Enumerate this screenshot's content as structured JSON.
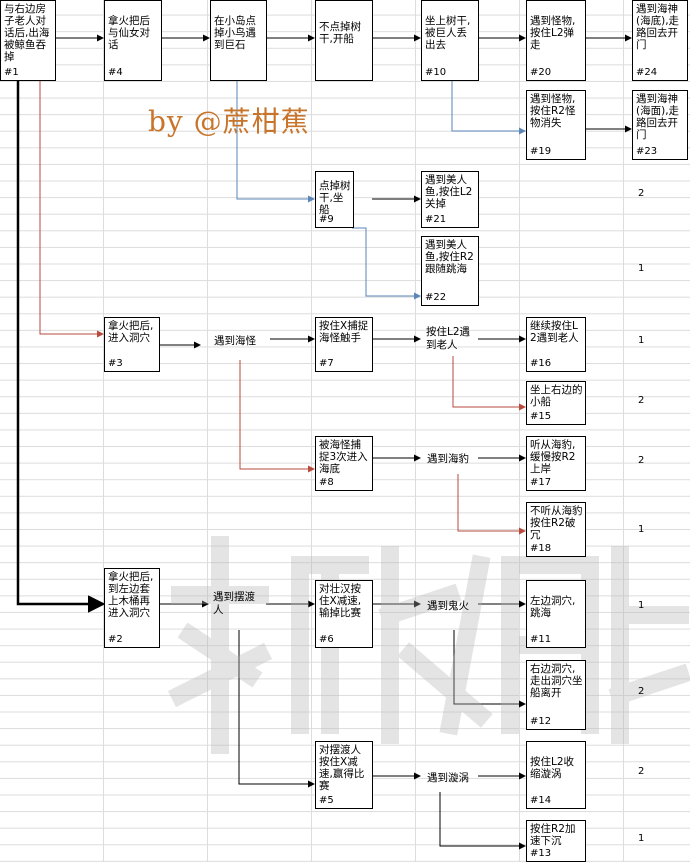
{
  "author": "by @蔗柑蕉",
  "nodes": {
    "n1": {
      "text": "与右边房子老人对话后,出海被鲸鱼吞掉",
      "id": "#1"
    },
    "n4": {
      "text": "拿火把后与仙女对话",
      "id": "#4"
    },
    "nIsland": {
      "text": "在小岛点掉小鸟遇到巨石",
      "id": ""
    },
    "nNoFire": {
      "text": "不点掉树干,开船",
      "id": ""
    },
    "n10": {
      "text": "坐上树干,被巨人丢出去",
      "id": "#10"
    },
    "n20": {
      "text": "遇到怪物,按住L2弹走",
      "id": "#20"
    },
    "n24": {
      "text": "遇到海神(海底),走路回去开门",
      "id": "#24"
    },
    "n19": {
      "text": "遇到怪物,按住R2怪物消失",
      "id": "#19"
    },
    "n23": {
      "text": "遇到海神(海面),走路回去开门",
      "id": "#23"
    },
    "n9": {
      "text": "点掉树干,坐船",
      "id": "#9"
    },
    "n21": {
      "text": "遇到美人鱼,按住L2关掉",
      "id": "#21"
    },
    "n22": {
      "text": "遇到美人鱼,按住R2跟随跳海",
      "id": "#22"
    },
    "n3": {
      "text": "拿火把后,进入洞穴",
      "id": "#3"
    },
    "n7": {
      "text": "按住X捕捉海怪触手",
      "id": "#7"
    },
    "n16": {
      "text": "继续按住L2遇到老人",
      "id": "#16"
    },
    "n15": {
      "text": "坐上右边的小船",
      "id": "#15"
    },
    "n8": {
      "text": "被海怪捕捉3次进入海底",
      "id": "#8"
    },
    "n17": {
      "text": "听从海豹,缓慢按R2上岸",
      "id": "#17"
    },
    "n18": {
      "text": "不听从海豹按住R2破冗",
      "id": "#18"
    },
    "n2": {
      "text": "拿火把后,到左边套上木桶再进入洞穴",
      "id": "#2"
    },
    "n6": {
      "text": "对壮汉按住X减速,输掉比赛",
      "id": "#6"
    },
    "n11": {
      "text": "左边洞穴,跳海",
      "id": "#11"
    },
    "n12": {
      "text": "右边洞穴,走出洞穴坐船离开",
      "id": "#12"
    },
    "n5": {
      "text": "对摆渡人按住X减速,赢得比赛",
      "id": "#5"
    },
    "n14": {
      "text": "按住L2收缩漩涡",
      "id": "#14"
    },
    "n13": {
      "text": "按住R2加速下沉",
      "id": "#13"
    }
  },
  "labels": {
    "meetMonster": "遇到海怪",
    "pressL2Old": "按住L2遇到老人",
    "meetSeal": "遇到海豹",
    "meetFerry": "遇到摆渡人",
    "meetGhost": "遇到鬼火",
    "meetWhirl": "遇到漩涡"
  },
  "counts": [
    "2",
    "1",
    "1",
    "2",
    "2",
    "1",
    "1",
    "2",
    "2",
    "1"
  ]
}
